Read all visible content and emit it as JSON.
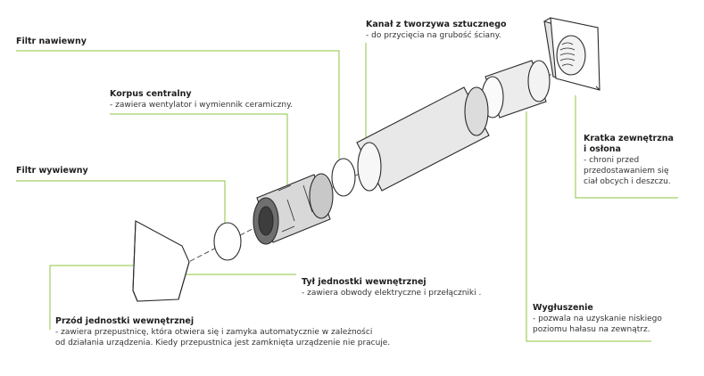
{
  "labels": {
    "filtr_nawiewny": {
      "title": "Filtr nawiewny"
    },
    "kanal": {
      "title": "Kanał z tworzywa sztucznego",
      "desc": "- do przycięcia na grubość ściany."
    },
    "korpus": {
      "title": "Korpus centralny",
      "desc": "- zawiera wentylator i wymiennik ceramiczny."
    },
    "filtr_wywiewny": {
      "title": "Filtr wywiewny"
    },
    "kratka": {
      "title_1": "Kratka zewnętrzna",
      "title_2": "i osłona",
      "desc_1": "- chroni przed",
      "desc_2": "przedostawaniem się",
      "desc_3": "ciał obcych i deszczu."
    },
    "tyl": {
      "title": "Tył jednostki wewnętrznej",
      "desc": "- zawiera obwody elektryczne i  przełączniki ."
    },
    "wygluszenie": {
      "title": "Wygłuszenie",
      "desc_1": "- pozwala na uzyskanie niskiego",
      "desc_2": "poziomu hałasu na zewnątrz."
    },
    "przod": {
      "title": "Przód jednostki wewnętrznej",
      "desc_1": "- zawiera przepustnicę, która otwiera się i zamyka automatycznie w zależności",
      "desc_2": "od działania urządzenia. Kiedy przepustnica jest zamknięta urządzenie nie pracuje."
    }
  },
  "colors": {
    "leader": "#8cc63f",
    "outline": "#2a2a2a",
    "axis": "#555555"
  }
}
